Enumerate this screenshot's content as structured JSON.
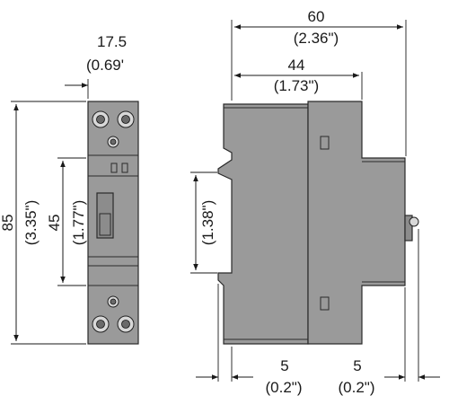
{
  "dimensions": {
    "front_width_mm": "17.5",
    "front_width_in": "(0.69'",
    "height_mm": "85",
    "height_in": "(3.35\")",
    "window_height_mm": "45",
    "window_height_in": "(1.77\")",
    "rail_offset_in": "(1.38\")",
    "depth_mm": "60",
    "depth_in": "(2.36\")",
    "body_depth_mm": "44",
    "body_depth_in": "(1.73\")",
    "left_offset_mm": "5",
    "left_offset_in": "(0.2\")",
    "right_offset_mm": "5",
    "right_offset_in": "(0.2\")"
  },
  "colors": {
    "body": "#9a9a9a",
    "outline": "#2a2a2a",
    "lines": "#1a1a1a"
  }
}
